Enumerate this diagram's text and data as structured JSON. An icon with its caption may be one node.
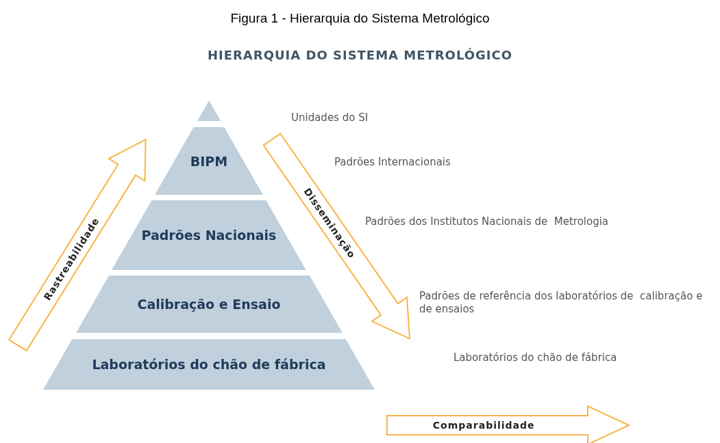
{
  "diagram": {
    "title": "HIERARQUIA DO SISTEMA METROLÓGICO",
    "caption": "Figura 1 - Hierarquia do Sistema Metrológico",
    "nodes": [
      {
        "text": [],
        "shape": "triangle"
      },
      {
        "text": [
          "BIPM"
        ]
      },
      {
        "text": [
          "Padrões Nacionais"
        ]
      },
      {
        "text": [
          "Calibração e Ensaio"
        ]
      },
      {
        "text": [
          "Laboratórios do chão de fábrica"
        ]
      }
    ],
    "edges": [],
    "labels": [
      "Unidades do SI",
      "Padrões Internacionais",
      "Padrões dos Institutos Nacionais de  Metrologia",
      "Padrões de referência dos laboratórios de  calibração e de ensaios",
      "Laboratórios do chão de fábrica",
      "Rastreabilidade",
      "Disseminação",
      "Comparabilidade"
    ]
  }
}
